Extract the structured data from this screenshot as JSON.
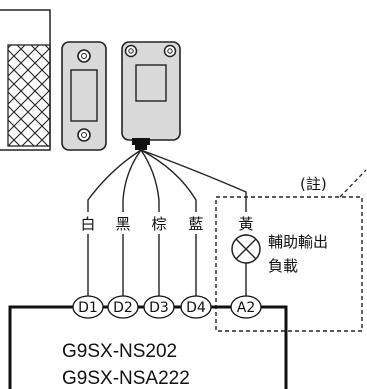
{
  "annotation": "(註)",
  "wire_colors": {
    "white": "白",
    "black": "黑",
    "brown": "棕",
    "blue": "藍",
    "yellow": "黃"
  },
  "auxiliary_load_label": [
    "輔助輸出",
    "負載"
  ],
  "terminals": [
    "D1",
    "D2",
    "D3",
    "D4",
    "A2"
  ],
  "model_numbers": [
    "G9SX-NS202",
    "G9SX-NSA222"
  ]
}
